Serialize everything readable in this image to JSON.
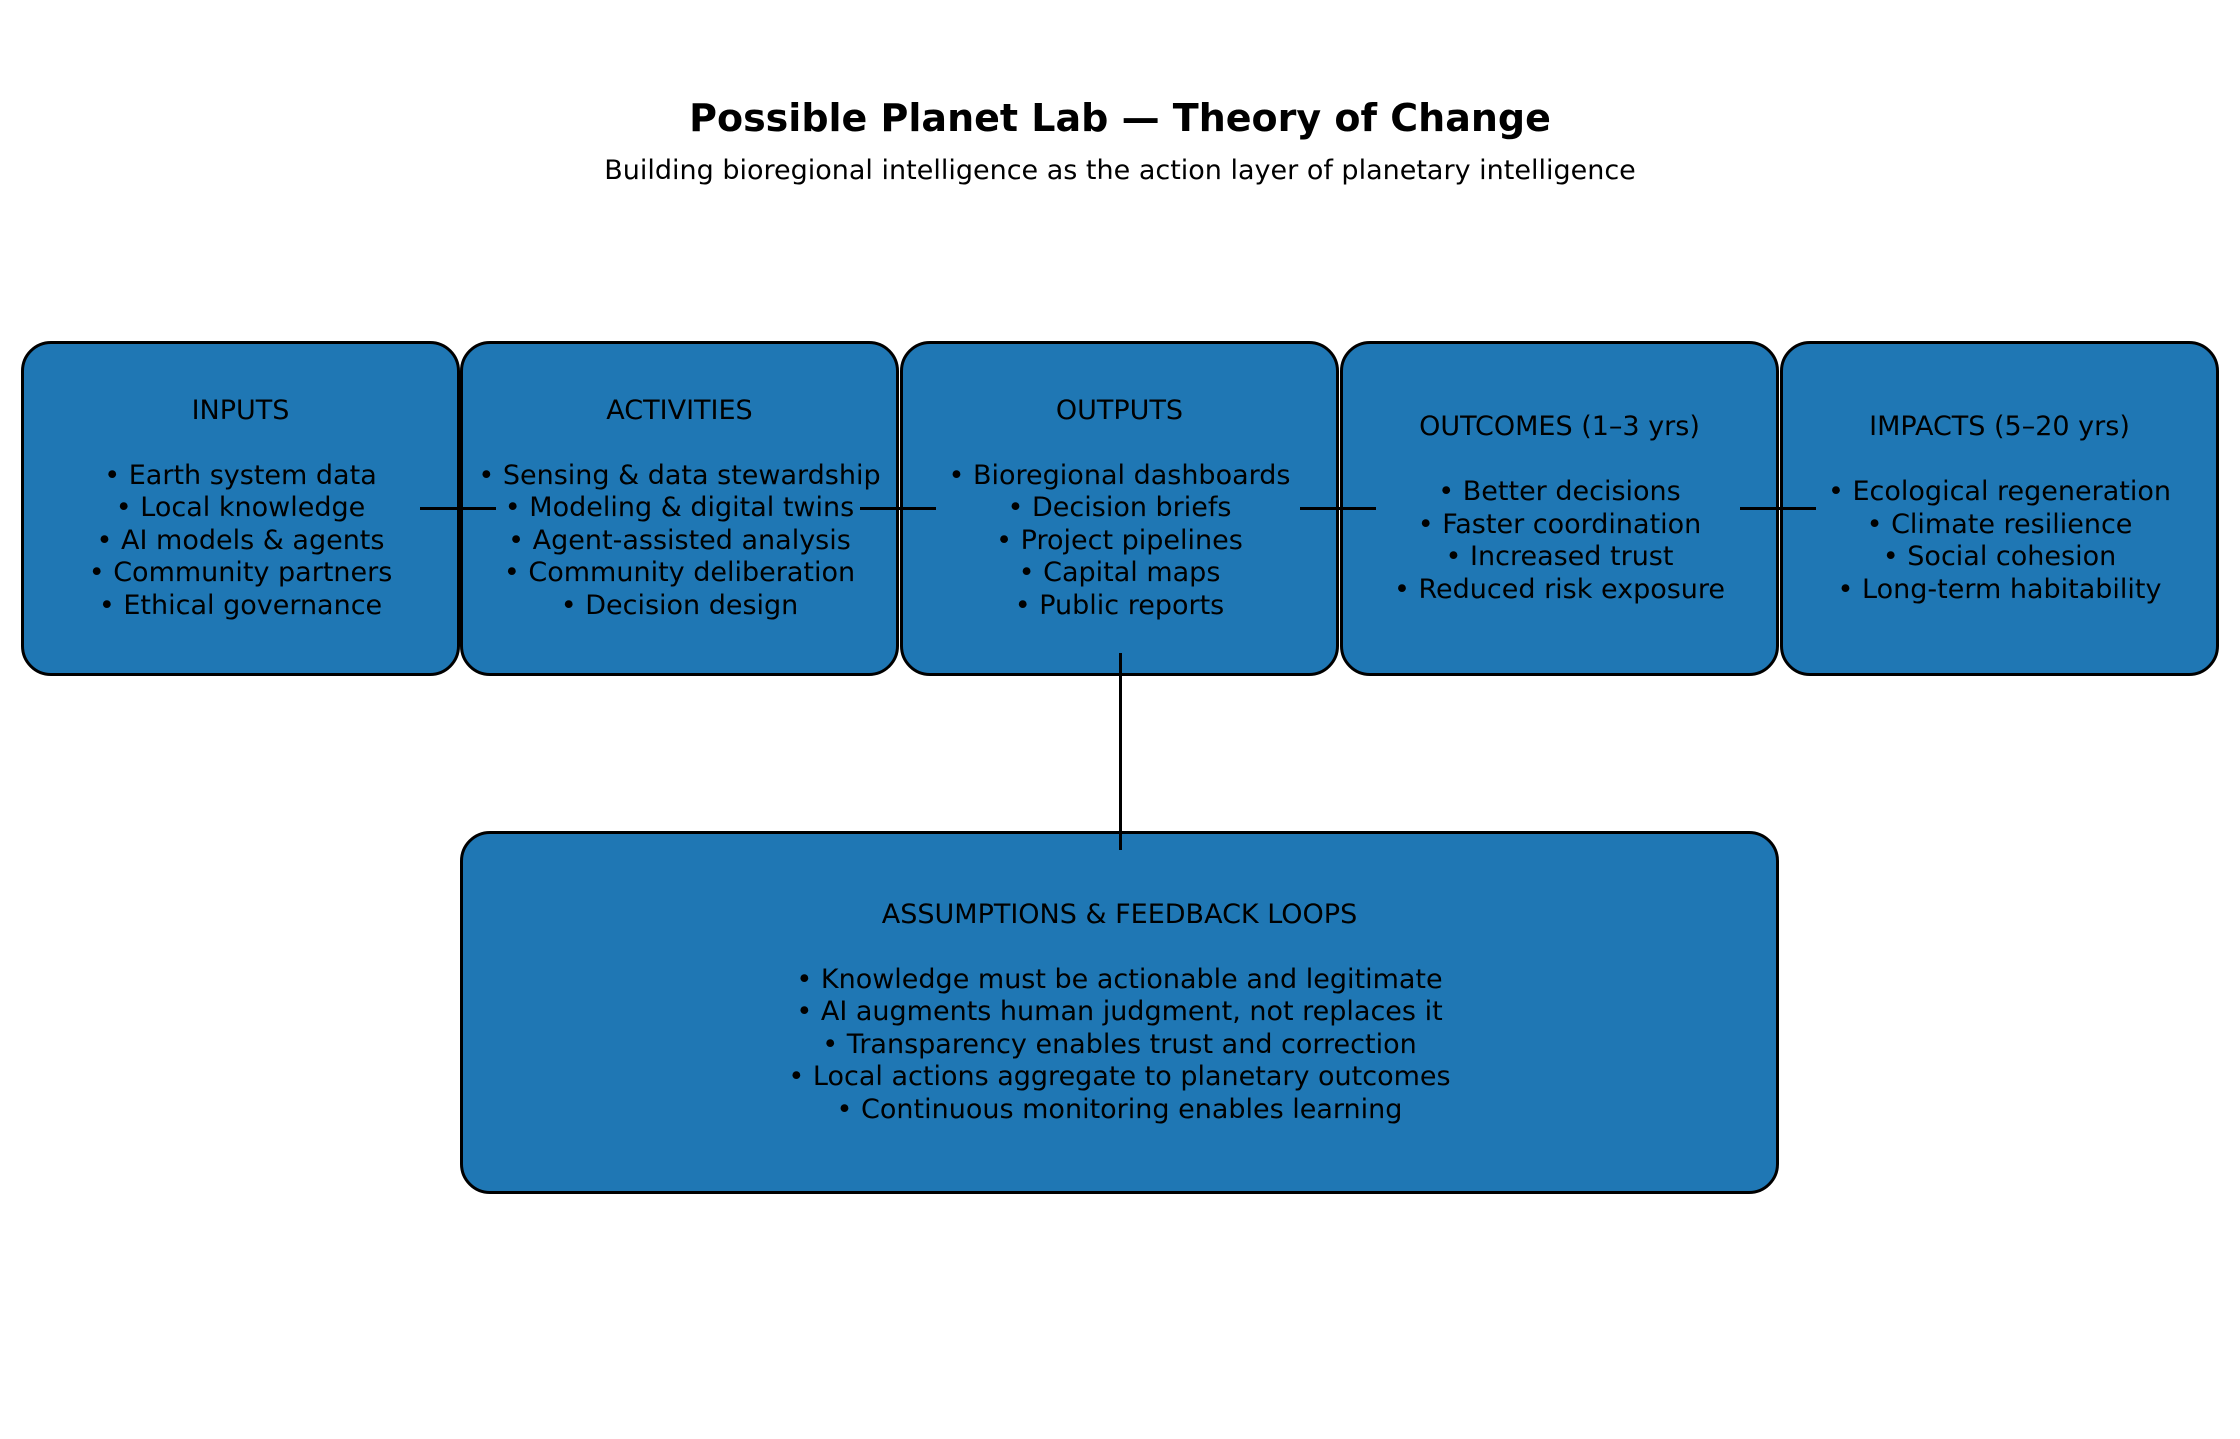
{
  "title": "Possible Planet Lab — Theory of Change",
  "subtitle": "Building bioregional intelligence as the action layer of planetary intelligence",
  "colors": {
    "box_fill": "#1f77b4",
    "border": "#000000"
  },
  "stages": [
    {
      "heading": "INPUTS",
      "items": [
        "• Earth system data",
        "• Local knowledge",
        "• AI models & agents",
        "• Community partners",
        "• Ethical governance"
      ]
    },
    {
      "heading": "ACTIVITIES",
      "items": [
        "• Sensing & data stewardship",
        "• Modeling & digital twins",
        "• Agent-assisted analysis",
        "• Community deliberation",
        "• Decision design"
      ]
    },
    {
      "heading": "OUTPUTS",
      "items": [
        "• Bioregional dashboards",
        "• Decision briefs",
        "• Project pipelines",
        "• Capital maps",
        "• Public reports"
      ]
    },
    {
      "heading": "OUTCOMES (1–3 yrs)",
      "items": [
        "• Better decisions",
        "• Faster coordination",
        "• Increased trust",
        "• Reduced risk exposure"
      ]
    },
    {
      "heading": "IMPACTS (5–20 yrs)",
      "items": [
        "• Ecological regeneration",
        "• Climate resilience",
        "• Social cohesion",
        "• Long-term habitability"
      ]
    }
  ],
  "assumptions": {
    "heading": "ASSUMPTIONS & FEEDBACK LOOPS",
    "items": [
      "• Knowledge must be actionable and legitimate",
      "• AI augments human judgment, not replaces it",
      "• Transparency enables trust and correction",
      "• Local actions aggregate to planetary outcomes",
      "• Continuous monitoring enables learning"
    ]
  }
}
